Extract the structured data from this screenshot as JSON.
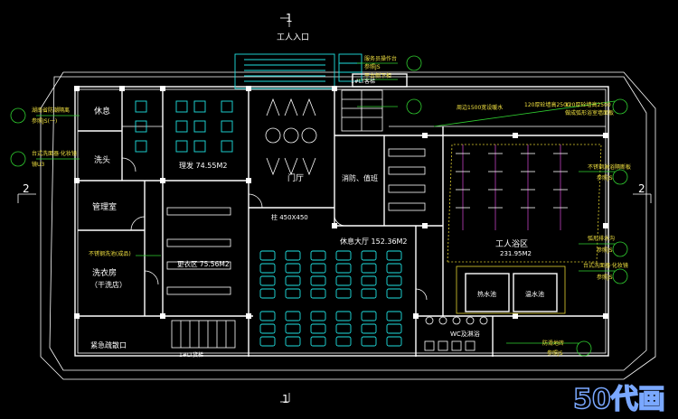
{
  "entrance": {
    "number": "1",
    "label": "工人入口"
  },
  "bottom_axis": {
    "number": "1"
  },
  "left_axis": {
    "number": "2"
  },
  "right_axis": {
    "number": "2"
  },
  "rooms": {
    "rest": "休息",
    "wash": "洗头",
    "barber": "理发 74.55M2",
    "lobby": "门厅",
    "fire_control": "消防、值班",
    "manager": "管理室",
    "laundry": "洗衣房",
    "laundry_sub": "（干洗店）",
    "changing": "更衣区 75.56M2",
    "hall": "休息大厅 152.36M2",
    "bath": "工人浴区",
    "bath_area": "231.95M2",
    "hot_pool": "热水池",
    "warm_pool": "温水池",
    "wc": "WC及淋浴",
    "emergency": "紧急疏散口",
    "column": "柱 450X450",
    "stair_label": "1#LT货梯",
    "elevator_label": "1#LT客梯",
    "laundry_tag": "不锈钢洗池(成品)"
  },
  "annotations": {
    "top_note1": "服务员操作台",
    "top_note2": "参照JS",
    "top_note3": "平台侧下柜",
    "left_note1": "湖南省防潮隔离",
    "left_note2": "参照JS(一)",
    "left_note3": "台式洗面器·化妆镜",
    "left_note4": "镜U3",
    "bath_note1": "周边1500宽设暖水",
    "bath_note2": "120厚砼墙高2500",
    "bath_note3": "120厚砼墙高2500",
    "bath_note4": "做成弧形浴室墙面板",
    "right_note1": "不锈钢淋浴隔断板",
    "right_note2": "参照JS",
    "right_note3": "弧形排水沟",
    "right_note4": "参照JS",
    "right_note5": "台式洗面器·化妆镜",
    "right_note6": "参照JS",
    "bottom_note1": "防滑地砖",
    "bottom_note2": "参照JS"
  },
  "watermark": {
    "text": "50代画"
  },
  "colors": {
    "wall": "#ffffff",
    "furniture": "#20e0e0",
    "annotation": "#40ff40",
    "accent": "#f0e040",
    "partition": "#c040c0"
  }
}
